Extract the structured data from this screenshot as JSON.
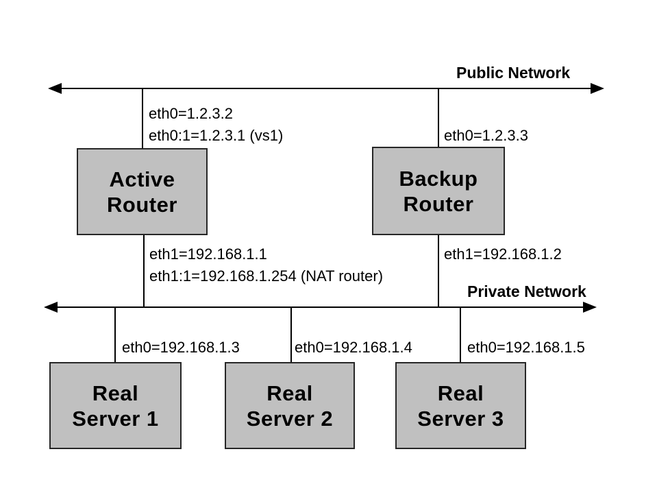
{
  "diagram": {
    "public_network": {
      "label": "Public Network"
    },
    "private_network": {
      "label": "Private Network"
    },
    "routers": {
      "active": {
        "label": "Active\nRouter",
        "eth0": "eth0=1.2.3.2",
        "eth0_alias": "eth0:1=1.2.3.1 (vs1)",
        "eth1": "eth1=192.168.1.1",
        "eth1_alias": "eth1:1=192.168.1.254 (NAT router)"
      },
      "backup": {
        "label": "Backup\nRouter",
        "eth0": "eth0=1.2.3.3",
        "eth1": "eth1=192.168.1.2"
      }
    },
    "servers": {
      "server1": {
        "label": "Real\nServer 1",
        "eth0": "eth0=192.168.1.3"
      },
      "server2": {
        "label": "Real\nServer 2",
        "eth0": "eth0=192.168.1.4"
      },
      "server3": {
        "label": "Real\nServer 3",
        "eth0": "eth0=192.168.1.5"
      }
    },
    "colors": {
      "background": "#ffffff",
      "node_fill": "#c0c0c0",
      "node_border": "#262626",
      "line": "#000000",
      "text": "#000000"
    }
  }
}
